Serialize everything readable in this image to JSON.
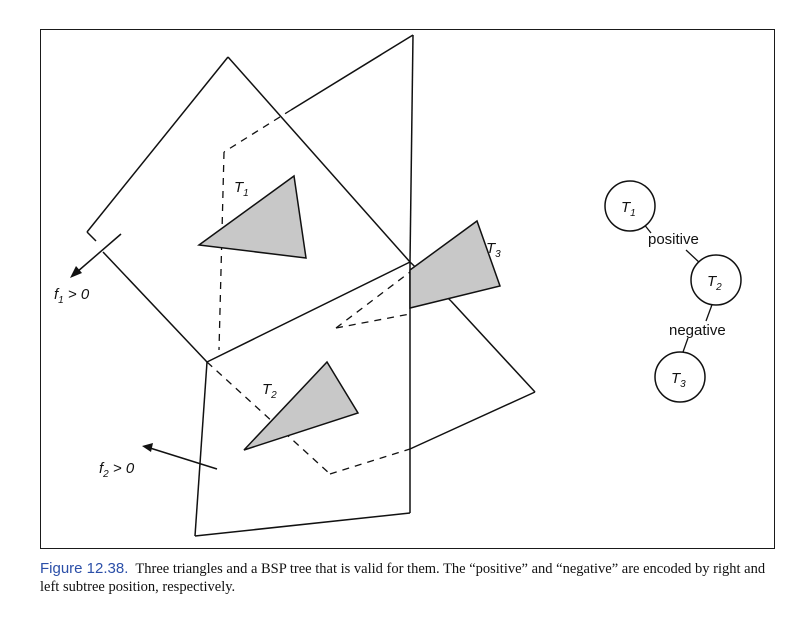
{
  "diagram": {
    "triangles": [
      {
        "label": "T",
        "sub": "1"
      },
      {
        "label": "T",
        "sub": "2"
      },
      {
        "label": "T",
        "sub": "3"
      }
    ],
    "normals": [
      {
        "label": "f",
        "sub": "1",
        "rel": " > 0"
      },
      {
        "label": "f",
        "sub": "2",
        "rel": " > 0"
      }
    ],
    "tree": {
      "nodes": [
        {
          "label": "T",
          "sub": "1"
        },
        {
          "label": "T",
          "sub": "2"
        },
        {
          "label": "T",
          "sub": "3"
        }
      ],
      "edges": [
        {
          "label": "positive"
        },
        {
          "label": "negative"
        }
      ]
    },
    "colors": {
      "triangle_fill": "#c8c8c8",
      "stroke": "#111111",
      "caption_label": "#2b4fa8"
    }
  },
  "caption": {
    "label": "Figure 12.38.",
    "text": "Three triangles and a BSP tree that is valid for them. The “positive” and “negative” are encoded by right and left subtree position, respectively."
  }
}
